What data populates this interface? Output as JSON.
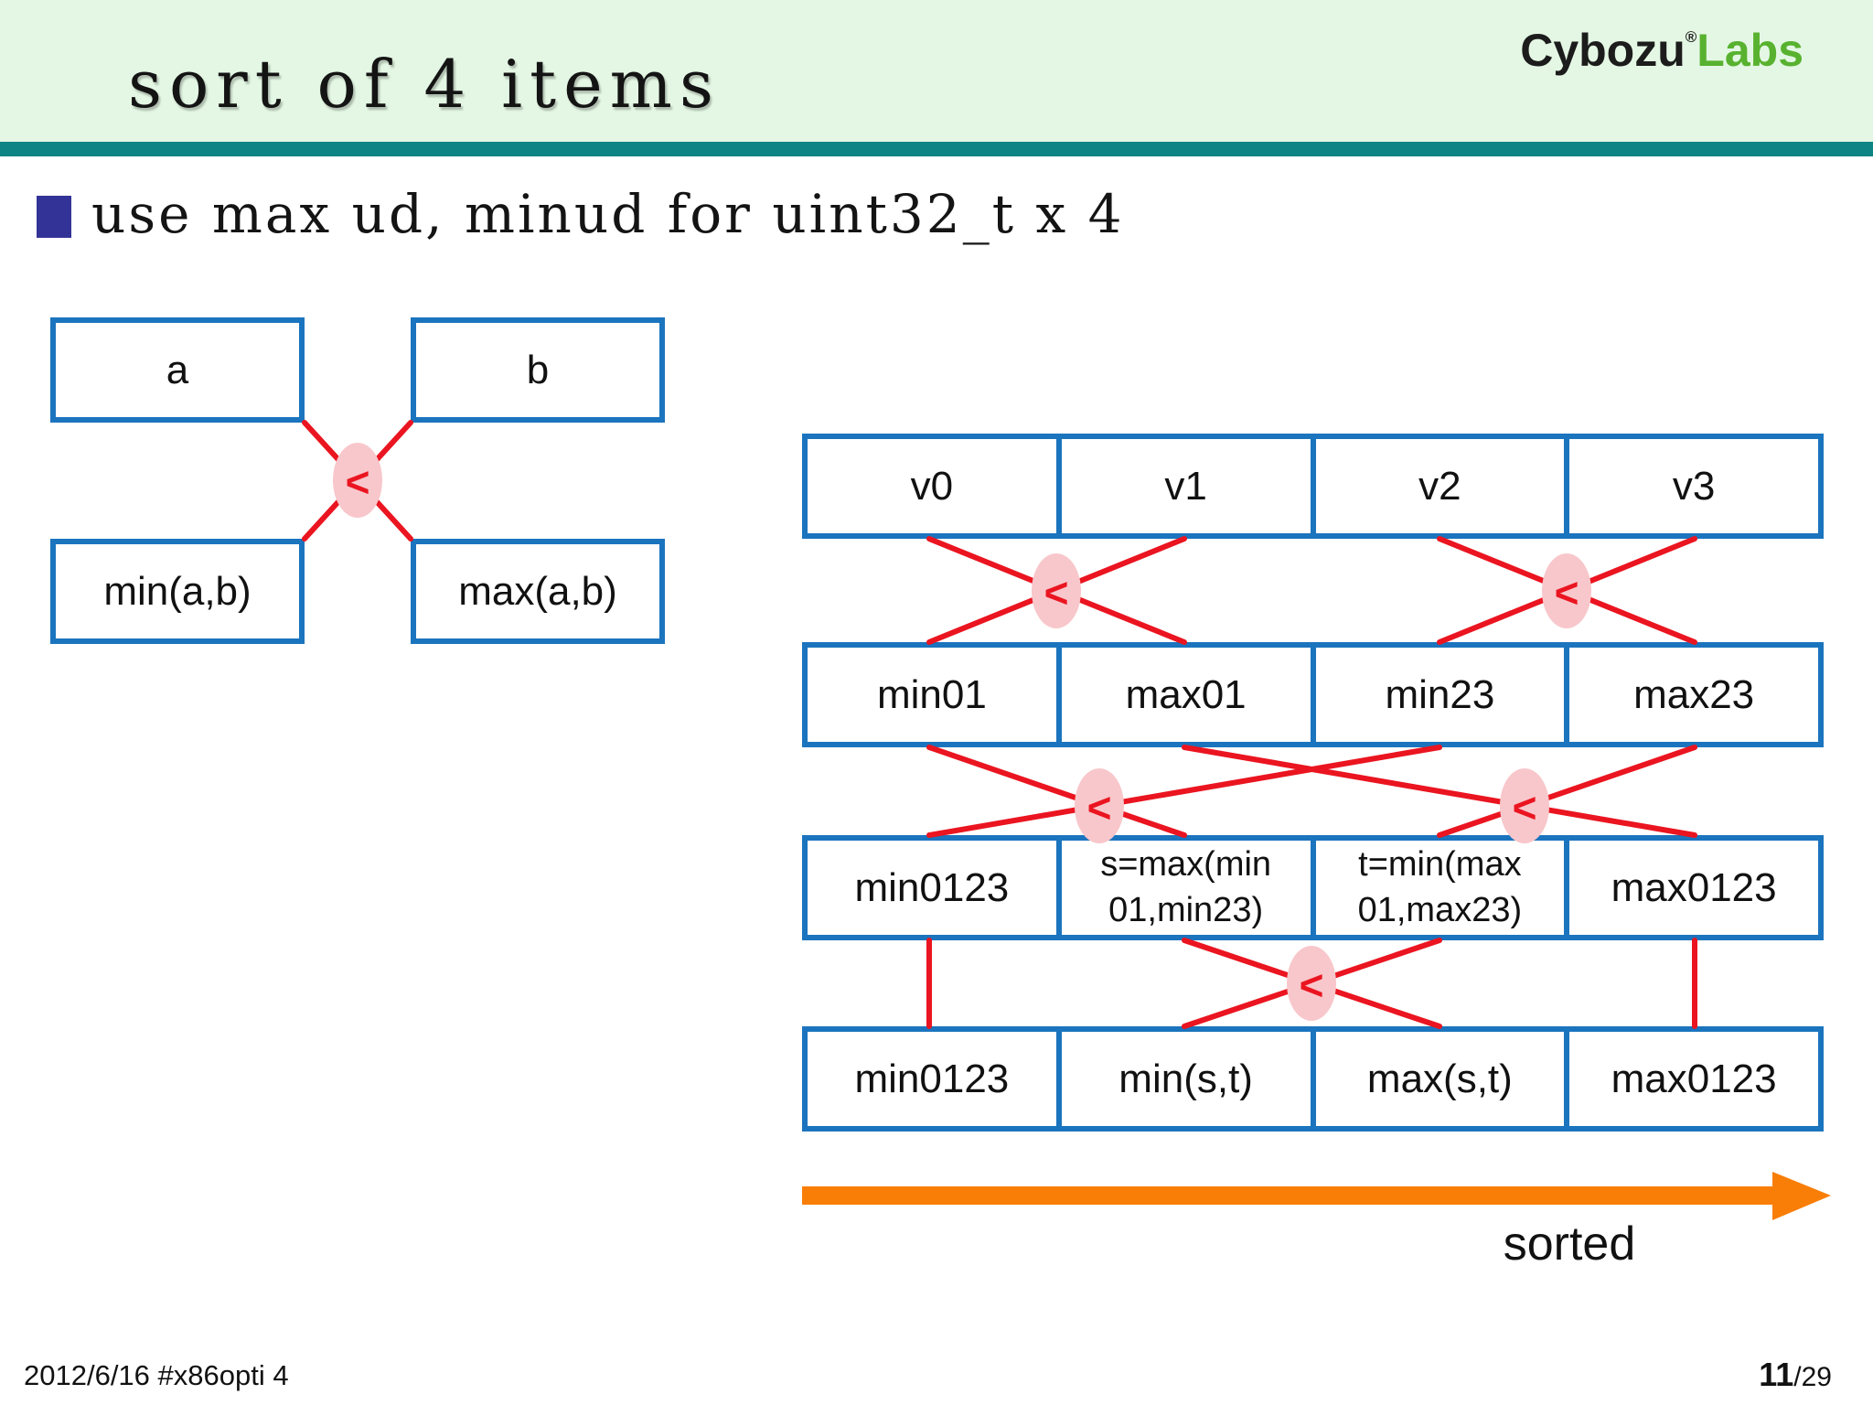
{
  "header": {
    "title": "sort of 4 items",
    "logo": {
      "brand": "Cybozu",
      "reg": "®",
      "labs": "Labs"
    }
  },
  "bullet": {
    "text": "use max ud, minud for uint32_t x 4"
  },
  "comparator": {
    "symbol": "<"
  },
  "left_diagram": {
    "boxes": {
      "a": "a",
      "b": "b",
      "min": "min(a,b)",
      "max": "max(a,b)"
    }
  },
  "right_diagram": {
    "rows": [
      {
        "cells": [
          "v0",
          "v1",
          "v2",
          "v3"
        ]
      },
      {
        "cells": [
          "min01",
          "max01",
          "min23",
          "max23"
        ]
      },
      {
        "cells": [
          "min0123",
          "s=max(min\n01,min23)",
          "t=min(max\n01,max23)",
          "max0123"
        ]
      },
      {
        "cells": [
          "min0123",
          "min(s,t)",
          "max(s,t)",
          "max0123"
        ]
      }
    ],
    "arrow_label": "sorted"
  },
  "footer": {
    "left": "2012/6/16 #x86opti 4",
    "page": "11",
    "page_total": "/29"
  },
  "colors": {
    "header_green": "#e4f7e4",
    "teal_rule": "#0e8484",
    "bullet_indigo": "#333397",
    "box_border_blue": "#1b74be",
    "line_red": "#ea1520",
    "comparator_pink": "#f8c7cb",
    "arrow_orange": "#f97e07",
    "logo_green": "#58b22f"
  }
}
